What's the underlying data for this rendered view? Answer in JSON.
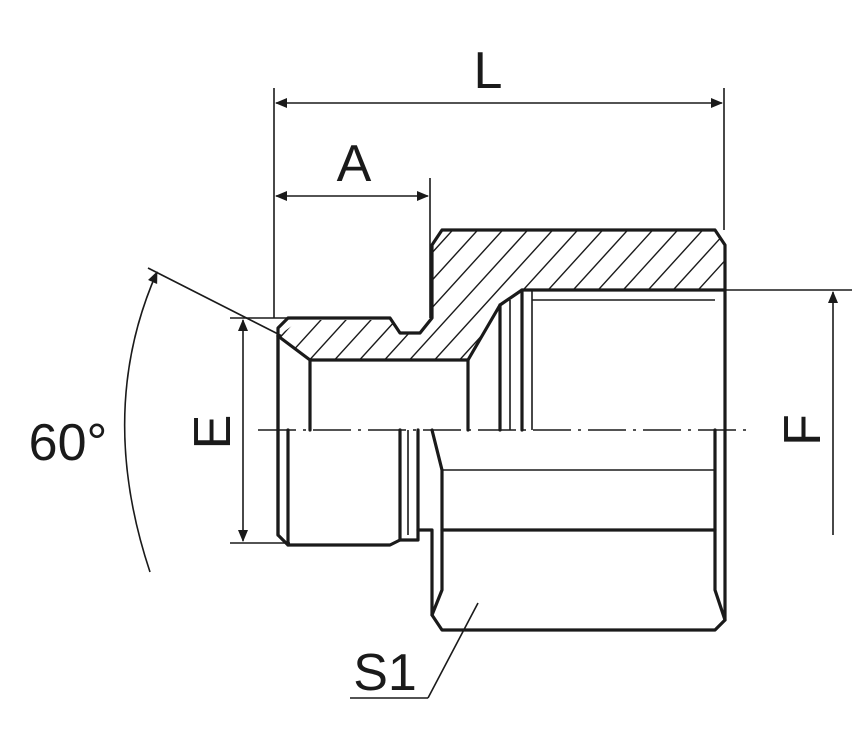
{
  "drawing": {
    "labels": {
      "length": "L",
      "thread_length": "A",
      "angle": "60°",
      "male_thread_diameter": "E",
      "female_thread_diameter": "F",
      "hex_size": "S1"
    }
  }
}
